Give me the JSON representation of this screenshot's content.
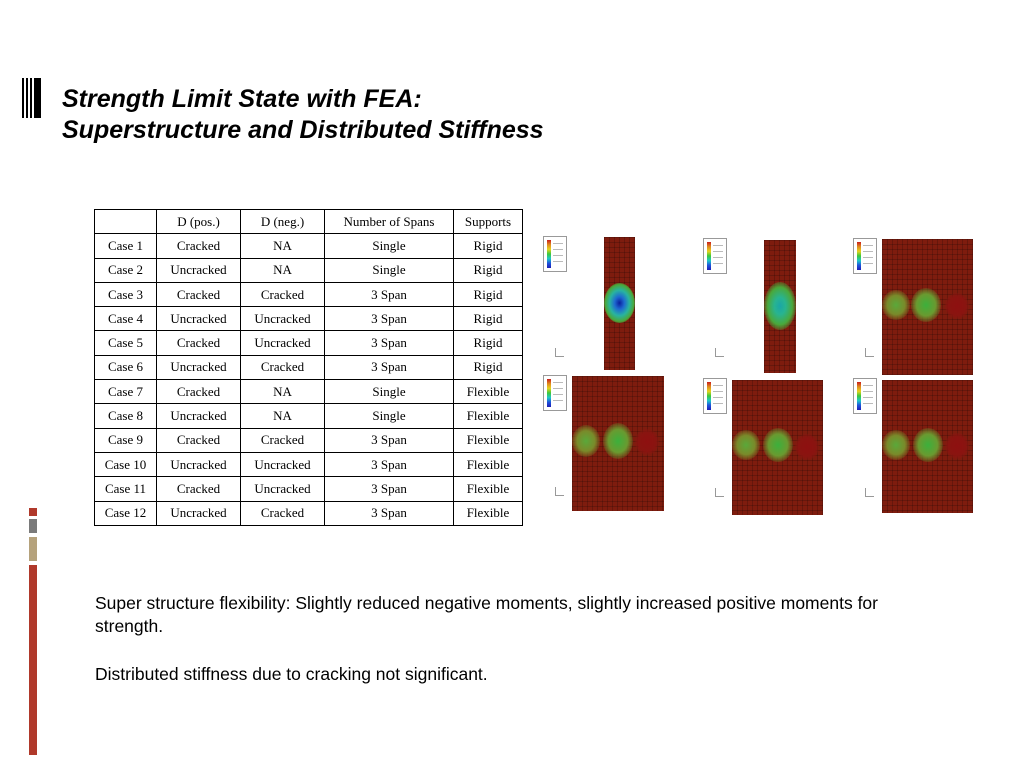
{
  "title": {
    "line1": "Strength Limit State with FEA:",
    "line2": "Superstructure and Distributed Stiffness"
  },
  "table": {
    "header": [
      "",
      "D (pos.)",
      "D (neg.)",
      "Number of Spans",
      "Supports"
    ],
    "rows": [
      [
        "Case 1",
        "Cracked",
        "NA",
        "Single",
        "Rigid"
      ],
      [
        "Case 2",
        "Uncracked",
        "NA",
        "Single",
        "Rigid"
      ],
      [
        "Case 3",
        "Cracked",
        "Cracked",
        "3 Span",
        "Rigid"
      ],
      [
        "Case 4",
        "Uncracked",
        "Uncracked",
        "3 Span",
        "Rigid"
      ],
      [
        "Case 5",
        "Cracked",
        "Uncracked",
        "3 Span",
        "Rigid"
      ],
      [
        "Case 6",
        "Uncracked",
        "Cracked",
        "3 Span",
        "Rigid"
      ],
      [
        "Case 7",
        "Cracked",
        "NA",
        "Single",
        "Flexible"
      ],
      [
        "Case 8",
        "Uncracked",
        "NA",
        "Single",
        "Flexible"
      ],
      [
        "Case 9",
        "Cracked",
        "Cracked",
        "3 Span",
        "Flexible"
      ],
      [
        "Case 10",
        "Uncracked",
        "Uncracked",
        "3 Span",
        "Flexible"
      ],
      [
        "Case 11",
        "Cracked",
        "Uncracked",
        "3 Span",
        "Flexible"
      ],
      [
        "Case 12",
        "Uncracked",
        "Cracked",
        "3 Span",
        "Flexible"
      ]
    ]
  },
  "plots": [
    {
      "kind": "single-span"
    },
    {
      "kind": "single-span"
    },
    {
      "kind": "three-span"
    },
    {
      "kind": "three-span"
    },
    {
      "kind": "three-span"
    },
    {
      "kind": "three-span"
    }
  ],
  "notes": {
    "paragraph1": "Super structure flexibility: Slightly reduced negative moments,  slightly increased positive moments for strength.",
    "paragraph2": "Distributed stiffness due to cracking not significant."
  },
  "colors": {
    "accent_bar_top": "#b0392b",
    "accent_bar_gray": "#7a7a7a",
    "accent_bar_tan": "#b5a27c",
    "accent_bar_long": "#b0392b",
    "mesh_red": "#7e1c0e"
  }
}
